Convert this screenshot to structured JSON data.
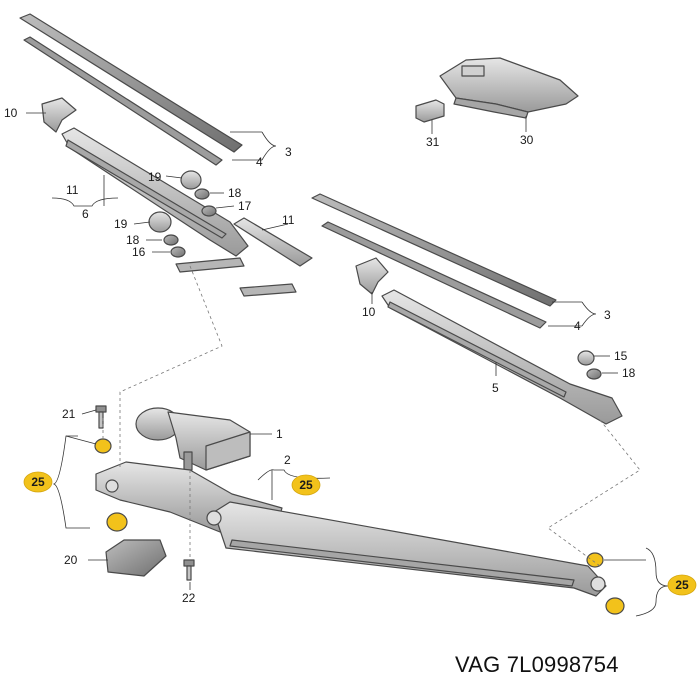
{
  "labels": {
    "l1": "1",
    "l2": "2",
    "l3a": "3",
    "l3b": "3",
    "l4a": "4",
    "l4b": "4",
    "l5": "5",
    "l6": "6",
    "l10a": "10",
    "l10b": "10",
    "l11a": "11",
    "l11b": "11",
    "l15": "15",
    "l16": "16",
    "l17": "17",
    "l18a": "18",
    "l18b": "18",
    "l18c": "18",
    "l19a": "19",
    "l19b": "19",
    "l20": "20",
    "l21": "21",
    "l22": "22",
    "l30": "30",
    "l31": "31"
  },
  "badges": {
    "b1": "25",
    "b2": "25",
    "b3": "25"
  },
  "caption": "VAG 7L0998754",
  "colors": {
    "badge": "#f2c21b",
    "part_fill": "#c9c9c9",
    "part_dark": "#8f8f8f",
    "part_light": "#e4e4e4"
  }
}
